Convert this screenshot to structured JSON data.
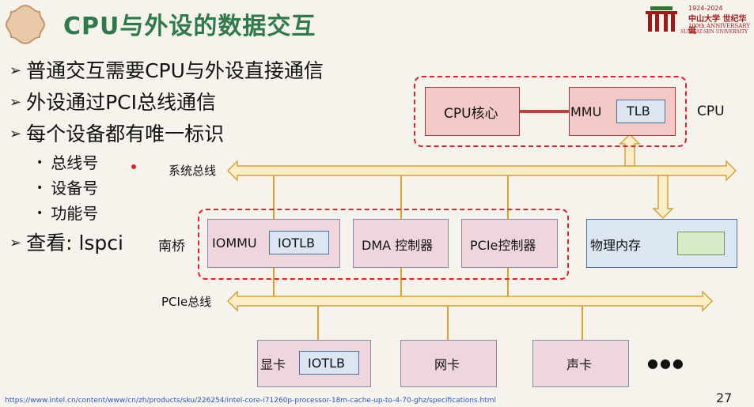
{
  "slide": {
    "title": "CPU与外设的数据交互",
    "page_number": "27",
    "source_url": "https://www.intel.cn/content/www/cn/zh/products/sku/226254/intel-core-i71260p-processor-18m-cache-up-to-4-70-ghz/specifications.html"
  },
  "logo": {
    "years": "1924-2024",
    "name_cn": "中山大学 世纪华诞",
    "line1": "100th ANNIVERSARY",
    "line2": "SUN YAT-SEN UNIVERSITY"
  },
  "bullets": [
    {
      "text": "普通交互需要CPU与外设直接通信"
    },
    {
      "text": "外设通过PCI总线通信"
    },
    {
      "text": "每个设备都有唯一标识"
    },
    {
      "text": "查看: lspci"
    }
  ],
  "sub_bullets": [
    {
      "text": "总线号"
    },
    {
      "text": "设备号"
    },
    {
      "text": "功能号"
    }
  ],
  "diagram": {
    "cpu_group_label": "CPU",
    "cpu_core": "CPU核心",
    "mmu": "MMU",
    "tlb": "TLB",
    "system_bus": "系统总线",
    "south_bridge": "南桥",
    "iommu": "IOMMU",
    "iotlb": "IOTLB",
    "dma": "DMA 控制器",
    "pcie_ctrl": "PCIe控制器",
    "memory": "物理内存",
    "pcie_bus": "PCIe总线",
    "gpu": "显卡",
    "gpu_iotlb": "IOTLB",
    "nic": "网卡",
    "sound": "声卡",
    "ellipsis": "●●●"
  },
  "colors": {
    "title_green": "#2f7a4a",
    "bus_fill": "#fbeec6",
    "bus_stroke": "#d4a23a",
    "dashed_red": "#e0232b",
    "link_red": "#b5473f"
  }
}
